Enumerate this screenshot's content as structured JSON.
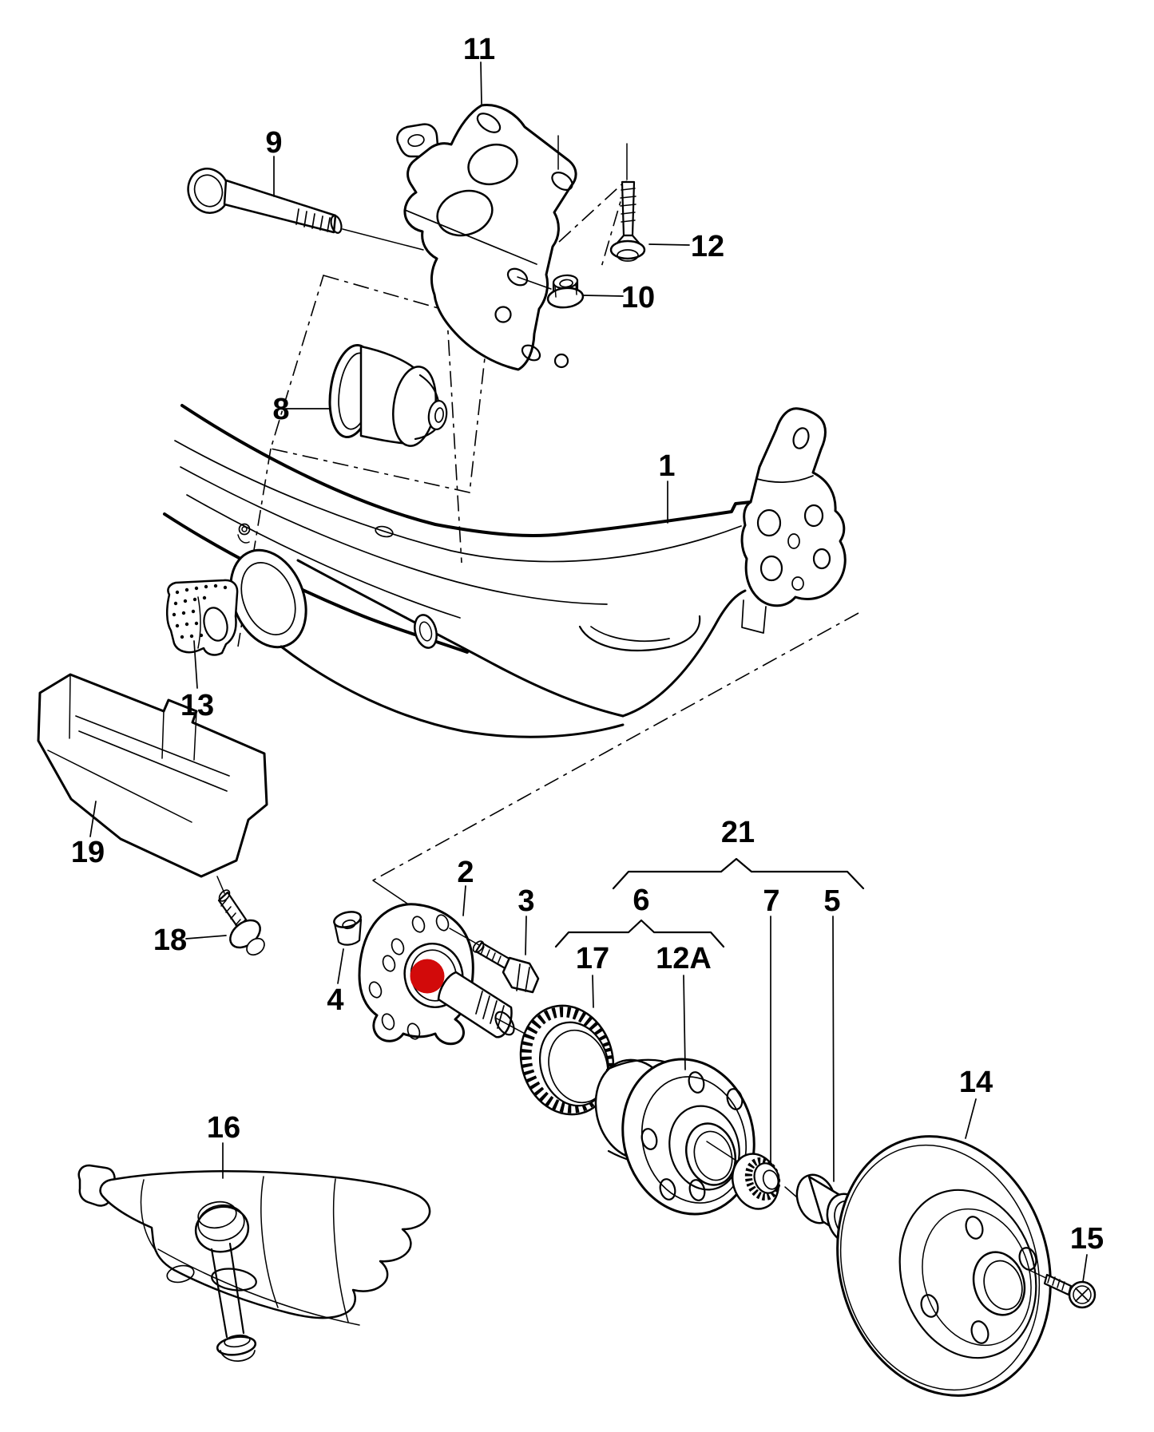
{
  "diagram": {
    "type": "exploded-parts-diagram",
    "background_color": "#ffffff",
    "line_color": "#000000",
    "highlight_color": "#d20a0a",
    "highlighted_part": "2"
  },
  "labels": {
    "p1": "1",
    "p2": "2",
    "p3": "3",
    "p4": "4",
    "p5": "5",
    "p6": "6",
    "p7": "7",
    "p8": "8",
    "p9": "9",
    "p10": "10",
    "p11": "11",
    "p12": "12",
    "p12a": "12A",
    "p13": "13",
    "p14": "14",
    "p15": "15",
    "p16": "16",
    "p17": "17",
    "p18": "18",
    "p19": "19",
    "p21": "21"
  }
}
